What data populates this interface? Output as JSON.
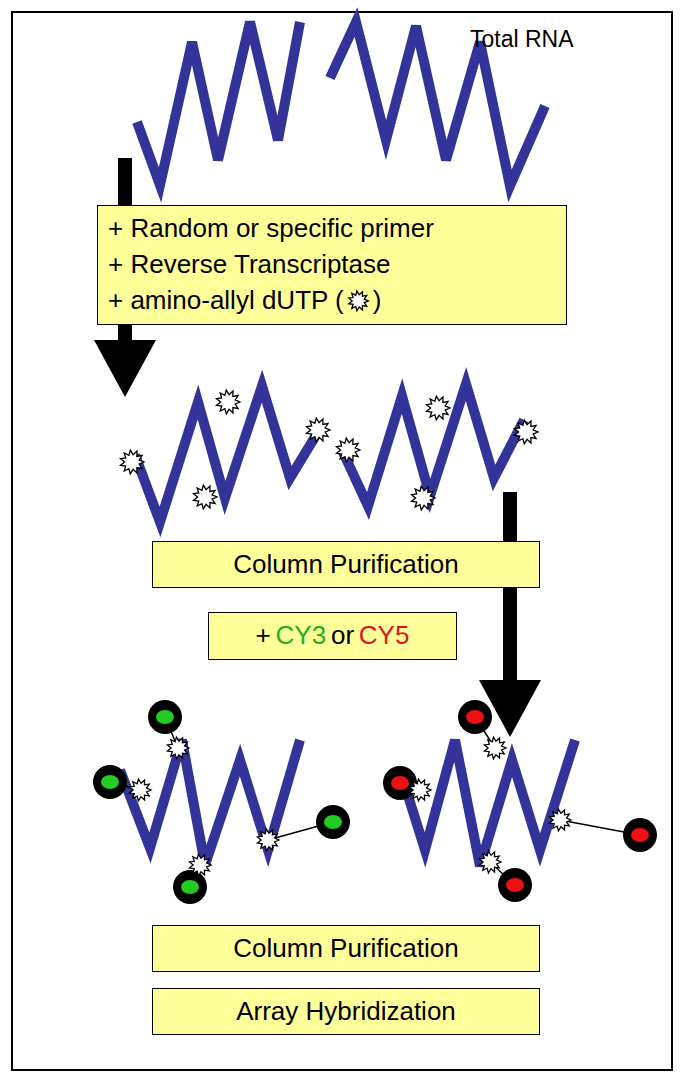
{
  "diagram": {
    "nodes": [
      {
        "text": [
          "+ Random or specific primer",
          "+ Reverse Transcriptase",
          "+ amino-allyl dUTP (    )"
        ]
      },
      {
        "text": [
          "Column Purification"
        ]
      },
      {
        "text": [
          "+",
          "CY3",
          "or",
          "CY5"
        ]
      },
      {
        "text": [
          "Column Purification"
        ]
      },
      {
        "text": [
          "Array Hybridization"
        ]
      }
    ],
    "labels": [
      "Total RNA"
    ]
  }
}
